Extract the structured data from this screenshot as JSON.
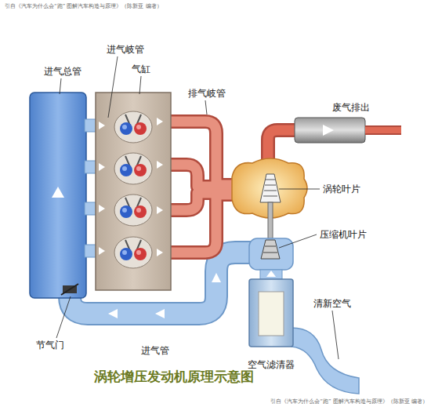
{
  "diagram": {
    "title": "涡轮增压发动机原理示意图",
    "labels": [
      "引自《汽车为什么会“跑” 图解汽车构造与原理》（陈新亚 编著）",
      "进气岐管",
      "进气总管",
      "气缸",
      "排气岐管",
      "废气排出",
      "涡轮叶片",
      "压缩机叶片",
      "清新空气",
      "节气门",
      "进气管",
      "空气滤清器",
      "引自《汽车为什么会“跑” 图解汽车构造与原理》（陈新亚 编著）"
    ]
  }
}
